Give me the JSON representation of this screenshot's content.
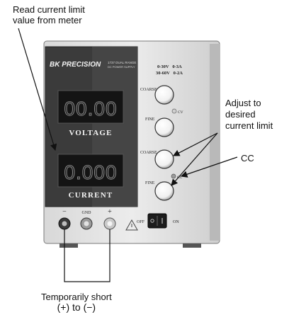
{
  "callouts": {
    "read_meter": [
      "Read current limit",
      "value from meter"
    ],
    "adjust": [
      "Adjust to",
      "desired",
      "current limit"
    ],
    "cc": "CC",
    "short": [
      "Temporarily short",
      "(+) to (−)"
    ]
  },
  "panel": {
    "brand": "BK PRECISION",
    "model": "1737 DUAL RANGE",
    "model_sub": "DC POWER SUPPLY",
    "range_row1": "0-30V   0-3A",
    "range_row2": "30-60V   0-2A",
    "voltage_reading": "00.00",
    "current_reading": "0.000",
    "voltage_label": "VOLTAGE",
    "current_label": "CURRENT",
    "knob_voltage_coarse": "COARSE",
    "knob_voltage_fine": "FINE",
    "knob_current_coarse": "COARSE",
    "knob_current_fine": "FINE",
    "cv_led": "CV",
    "cc_led": "CC",
    "terminal_minus": "−",
    "terminal_gnd": "GND",
    "terminal_plus": "+",
    "switch_off": "OFF",
    "switch_on": "ON"
  }
}
